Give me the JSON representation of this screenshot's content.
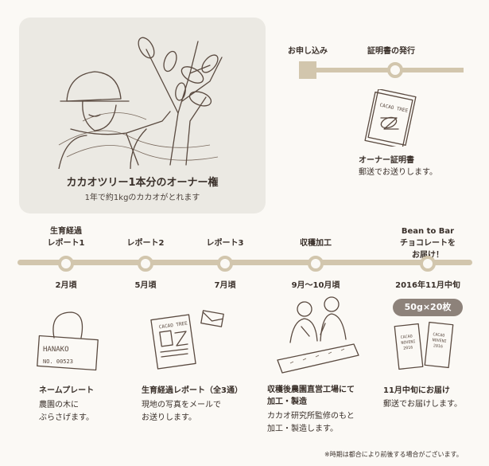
{
  "hero": {
    "title": "カカオツリー1本分のオーナー権",
    "subtitle": "1年で約1kgのカカオがとれます"
  },
  "top_timeline": {
    "steps": [
      {
        "label": "お申し込み"
      },
      {
        "label": "証明書の発行"
      }
    ],
    "certificate": {
      "card_text": "CACAO TREE",
      "title": "オーナー証明書",
      "desc": "郵送でお送りします。"
    }
  },
  "main_timeline": {
    "steps": [
      {
        "label": "生育経過\nレポート1",
        "date": "2月頃"
      },
      {
        "label": "レポート2",
        "date": "5月頃"
      },
      {
        "label": "レポート3",
        "date": "7月頃"
      },
      {
        "label": "収穫加工",
        "date": "9月〜10月頃"
      },
      {
        "label": "Bean to Bar\nチョコレートをお届け！",
        "date": "2016年11月中旬"
      }
    ],
    "badge": "50g×20枚"
  },
  "items": [
    {
      "title": "ネームプレート",
      "desc": "農園の木に\nぶらさげます。",
      "plate_name": "HANAKO",
      "plate_no": "NO. 00523"
    },
    {
      "title": "生育経過レポート（全3通）",
      "desc": "現地の写真をメールで\nお送りします。",
      "card_text": "CACAO TREE"
    },
    {
      "title": "収穫後農園直営工場にて\n加工・製造",
      "desc": "カカオ研究所監修のもと\n加工・製造します。"
    },
    {
      "title": "11月中旬にお届け",
      "desc": "郵送でお届けします。",
      "pkg_text": "CACAO\nNOVENI\n2016"
    }
  ],
  "footnote": "※時期は都合により前後する場合がございます。"
}
